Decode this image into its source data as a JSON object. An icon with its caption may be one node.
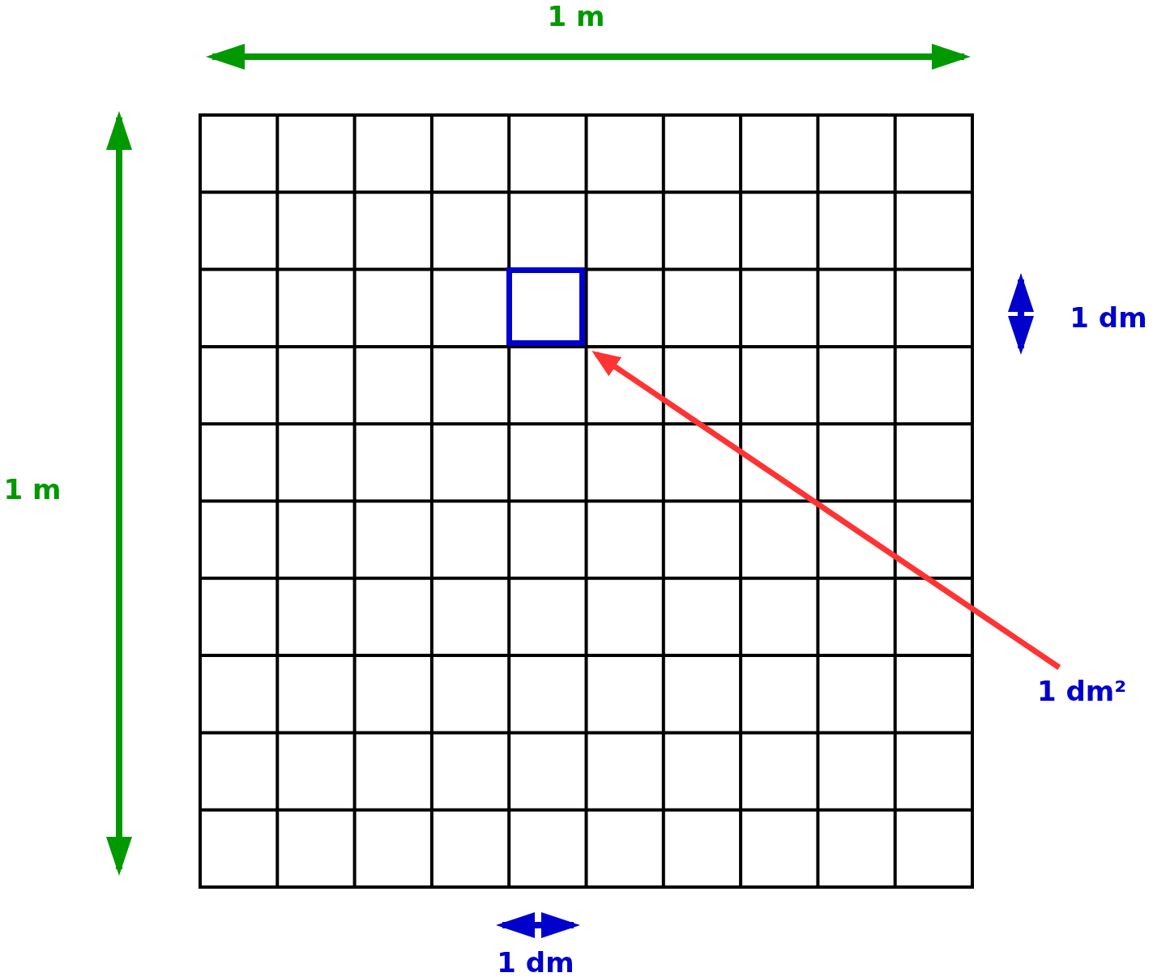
{
  "diagram": {
    "nodes": [
      {
        "text": [],
        "shape": "box"
      },
      {
        "text": [
          "1 dm²"
        ]
      }
    ],
    "edges": [
      {
        "from": 1,
        "to": 0,
        "arrow": "to",
        "color": "#ff3333"
      }
    ],
    "labels": [
      "1 m",
      "1 m",
      "1 dm",
      "1 dm"
    ]
  }
}
